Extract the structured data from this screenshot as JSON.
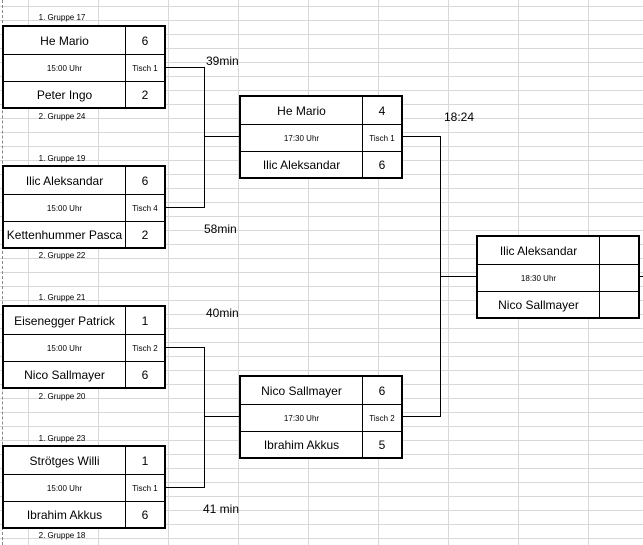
{
  "round1": [
    {
      "group_top": "1. Gruppe 17",
      "p1": "He Mario",
      "s1": "6",
      "time": "15:00 Uhr",
      "table": "Tisch 1",
      "p2": "Peter Ingo",
      "s2": "2",
      "group_bottom": "2. Gruppe 24"
    },
    {
      "group_top": "1. Gruppe 19",
      "p1": "Ilic Aleksandar",
      "s1": "6",
      "time": "15:00 Uhr",
      "table": "Tisch 4",
      "p2": "Kettenhummer Pasca",
      "s2": "2",
      "group_bottom": "2. Gruppe 22"
    },
    {
      "group_top": "1. Gruppe 21",
      "p1": "Eisenegger Patrick",
      "s1": "1",
      "time": "15:00 Uhr",
      "table": "Tisch 2",
      "p2": "Nico Sallmayer",
      "s2": "6",
      "group_bottom": "2. Gruppe 20"
    },
    {
      "group_top": "1. Gruppe 23",
      "p1": "Strötges Willi",
      "s1": "1",
      "time": "15:00 Uhr",
      "table": "Tisch 1",
      "p2": "Ibrahim Akkus",
      "s2": "6",
      "group_bottom": "2. Gruppe 18"
    }
  ],
  "round2": [
    {
      "p1": "He Mario",
      "s1": "4",
      "time": "17:30 Uhr",
      "table": "Tisch 1",
      "p2": "Ilic Aleksandar",
      "s2": "6"
    },
    {
      "p1": "Nico Sallmayer",
      "s1": "6",
      "time": "17:30 Uhr",
      "table": "Tisch 2",
      "p2": "Ibrahim Akkus",
      "s2": "5"
    }
  ],
  "final": {
    "p1": "Ilic Aleksandar",
    "s1": "",
    "time": "18:30 Uhr",
    "table": "",
    "p2": "Nico Sallmayer",
    "s2": ""
  },
  "durations": {
    "m1": "39min",
    "m2": "58min",
    "m3": "40min",
    "m4": "41 min",
    "semi1": "18:24"
  }
}
